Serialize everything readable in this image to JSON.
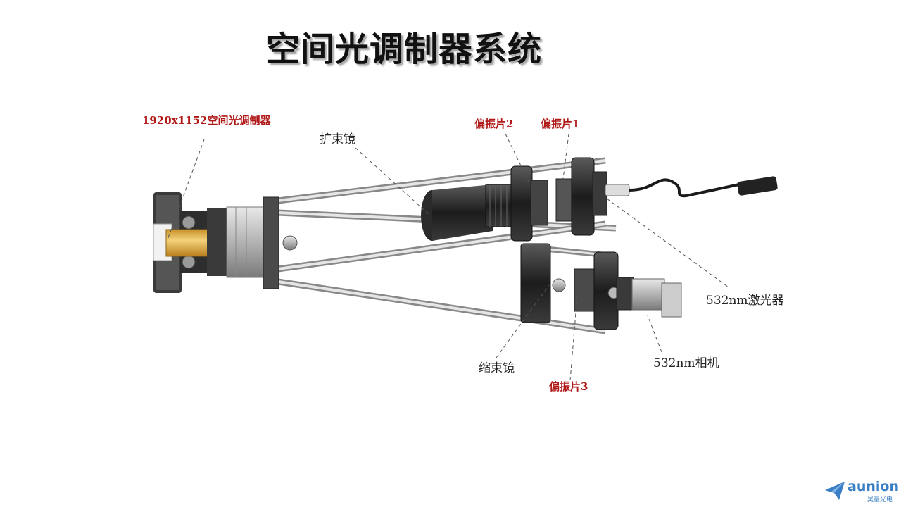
{
  "title": "空间光调制器系统",
  "labels": {
    "slm": "1920x1152空间光调制器",
    "beam_expander": "扩束镜",
    "polarizer2": "偏振片2",
    "polarizer1": "偏振片1",
    "laser": "532nm激光器",
    "beam_reducer": "缩束镜",
    "camera": "532nm相机",
    "polarizer3": "偏振片3"
  },
  "logo": {
    "name": "aunion",
    "subtitle": "昊量光电",
    "icon": "paper-plane-icon"
  },
  "colors": {
    "accent_red": "#b01818",
    "logo_blue": "#3a7fc6",
    "slm_gold": "#e8b84a"
  }
}
